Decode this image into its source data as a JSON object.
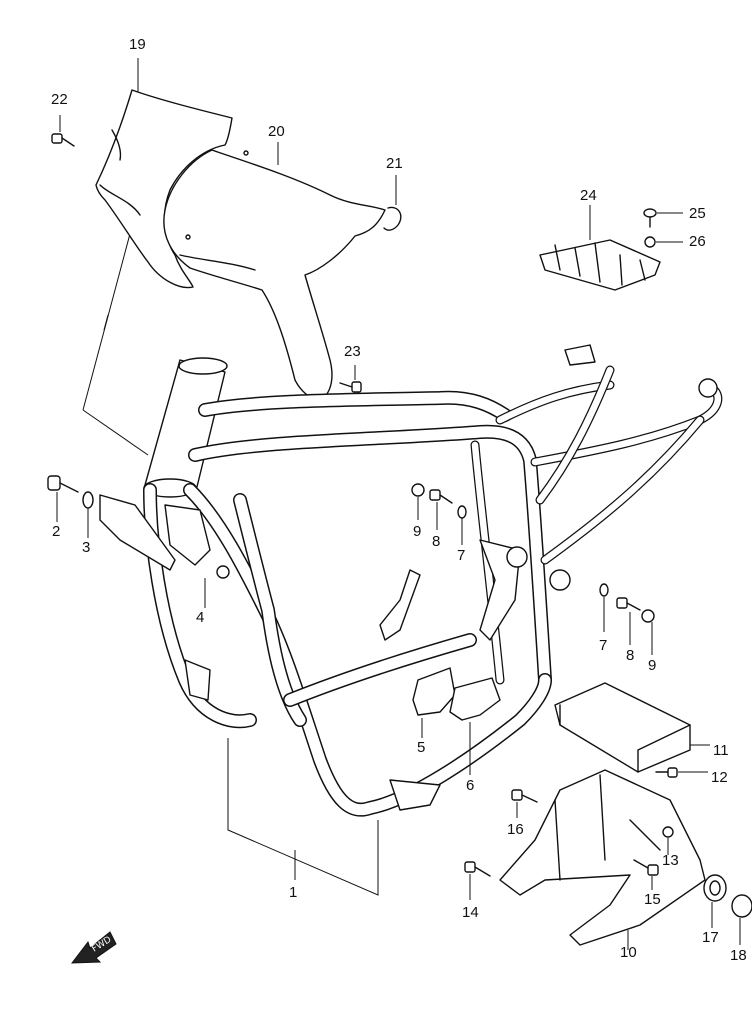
{
  "diagram": {
    "parts": [
      {
        "id": "p1",
        "label": "1"
      },
      {
        "id": "p2",
        "label": "2"
      },
      {
        "id": "p3",
        "label": "3"
      },
      {
        "id": "p4",
        "label": "4"
      },
      {
        "id": "p5",
        "label": "5"
      },
      {
        "id": "p6",
        "label": "6"
      },
      {
        "id": "p7a",
        "label": "7"
      },
      {
        "id": "p7b",
        "label": "7"
      },
      {
        "id": "p8a",
        "label": "8"
      },
      {
        "id": "p8b",
        "label": "8"
      },
      {
        "id": "p9a",
        "label": "9"
      },
      {
        "id": "p9b",
        "label": "9"
      },
      {
        "id": "p10",
        "label": "10"
      },
      {
        "id": "p11",
        "label": "11"
      },
      {
        "id": "p12",
        "label": "12"
      },
      {
        "id": "p13",
        "label": "13"
      },
      {
        "id": "p14",
        "label": "14"
      },
      {
        "id": "p15",
        "label": "15"
      },
      {
        "id": "p16",
        "label": "16"
      },
      {
        "id": "p17",
        "label": "17"
      },
      {
        "id": "p18",
        "label": "18"
      },
      {
        "id": "p19",
        "label": "19"
      },
      {
        "id": "p20",
        "label": "20"
      },
      {
        "id": "p21",
        "label": "21"
      },
      {
        "id": "p22",
        "label": "22"
      },
      {
        "id": "p23",
        "label": "23"
      },
      {
        "id": "p24",
        "label": "24"
      },
      {
        "id": "p25",
        "label": "25"
      },
      {
        "id": "p26",
        "label": "26"
      }
    ],
    "direction_badge": {
      "text": "FWD",
      "icon": "forward-arrow-icon"
    }
  }
}
